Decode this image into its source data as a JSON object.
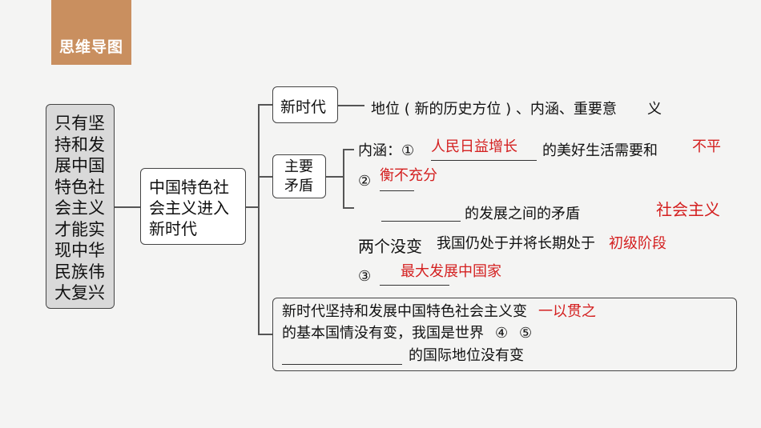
{
  "badge": "思维导图",
  "left_box": "只有坚持和发展中国特色社会主义才能实现中华民族伟大复兴",
  "middle_box": [
    "中国特色社",
    "会主义进入",
    "新时代"
  ],
  "branch1": {
    "label": "新时代",
    "text1": "地位 ( 新的历史方位 ) 、内涵、重要意",
    "text2": "义"
  },
  "branch2": {
    "label": [
      "主要",
      "矛盾"
    ],
    "line1_prefix": "内涵：①",
    "answer1": "人民日益增长",
    "line1_suffix": "的美好生活需要和",
    "answer2a": "不平",
    "num2": "②",
    "answer2b": "衡不充分",
    "line3_suffix": "的发展之间的矛盾",
    "answer_socialism": "社会主义"
  },
  "two_unchanged": {
    "label": "两个没变",
    "answer": "初级阶段",
    "text": "我国仍处于并将长期处于",
    "num3": "③",
    "answer3": "最大发展中国家"
  },
  "branch3": {
    "text1": "新时代坚持和发展中国特色社会主义变",
    "text2": "的基本国情没有变，我国是世界",
    "answer": "一以贯之",
    "num4": "④",
    "num5": "⑤",
    "suffix": "的国际地位没有变"
  }
}
